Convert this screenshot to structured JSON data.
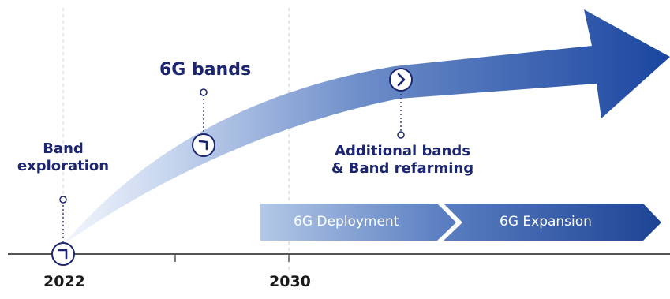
{
  "milestones": {
    "band_exploration": "Band\nexploration",
    "six_g_bands": "6G bands",
    "additional_bands": "Additional bands\n& Band refarming"
  },
  "phases": {
    "deployment": "6G Deployment",
    "expansion": "6G Expansion"
  },
  "years": {
    "start": "2022",
    "mid": "2030"
  },
  "colors": {
    "navy": "#1b2570",
    "arrow_dark": "#1e4aa0",
    "arrow_light": "#eef2fb",
    "phase_light": "#a9c0e3",
    "phase_dark": "#1f4596",
    "axis": "#555555"
  },
  "icons": {
    "milestone_marker": "corner-arrow-icon",
    "next_marker": "chevron-right-icon"
  }
}
